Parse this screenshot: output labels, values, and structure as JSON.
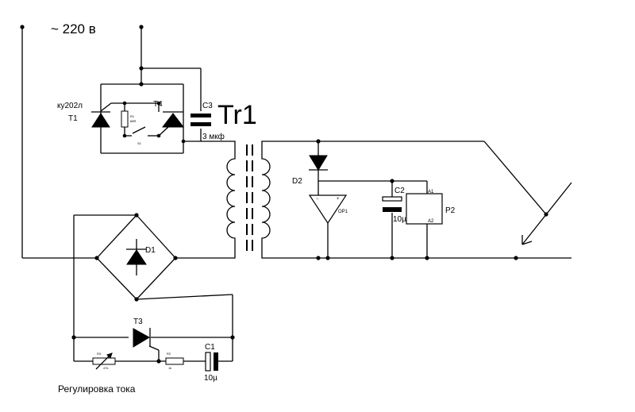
{
  "supply_label": "~ 220 в",
  "transformer_label": "Tr1",
  "thyristor_t1_type": "ку202л",
  "t1_label": "T1",
  "t4_label": "T4",
  "c3_label": "C3",
  "c3_value": "3 мкф",
  "d2_label": "D2",
  "op1_label": "OP1",
  "c2_label": "C2",
  "c2_value": "10µ",
  "relay_label": "P2",
  "relay_pin_a1": "A1",
  "relay_pin_a2": "A2",
  "d1_label": "D1",
  "t3_label": "T3",
  "c1_label": "C1",
  "c1_value": "10µ",
  "current_control_label": "Регулировка тока"
}
